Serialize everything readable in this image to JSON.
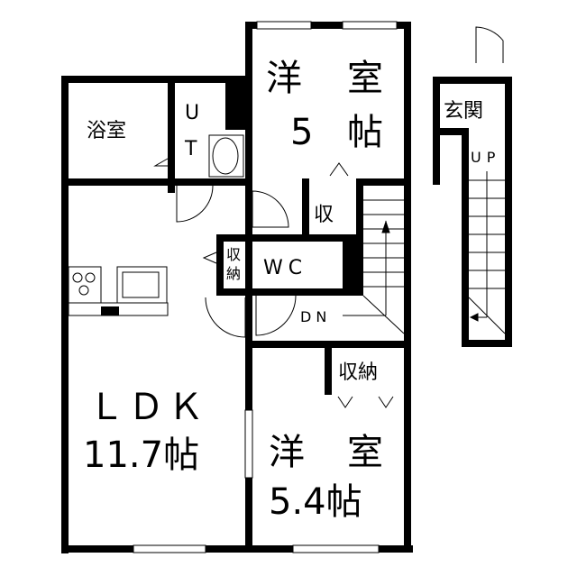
{
  "rooms": {
    "western_room_1": {
      "name_a": "洋",
      "name_b": "室",
      "size_num": "5",
      "size_unit": "帖"
    },
    "bath": {
      "name": "浴室"
    },
    "utility": {
      "name_a": "U",
      "name_b": "T"
    },
    "storage_small": {
      "name": "収"
    },
    "storage_wc": {
      "name_a": "収",
      "name_b": "納"
    },
    "wc": {
      "name": "WC"
    },
    "stairs_down": {
      "name": "DN"
    },
    "ldk": {
      "name": "ＬＤＫ",
      "size": "11.7帖"
    },
    "storage_lower": {
      "name": "収納"
    },
    "western_room_2": {
      "name_a": "洋",
      "name_b": "室",
      "size": "5.4帖"
    },
    "entrance": {
      "name": "玄関"
    },
    "stairs_up": {
      "name": "UP"
    }
  }
}
